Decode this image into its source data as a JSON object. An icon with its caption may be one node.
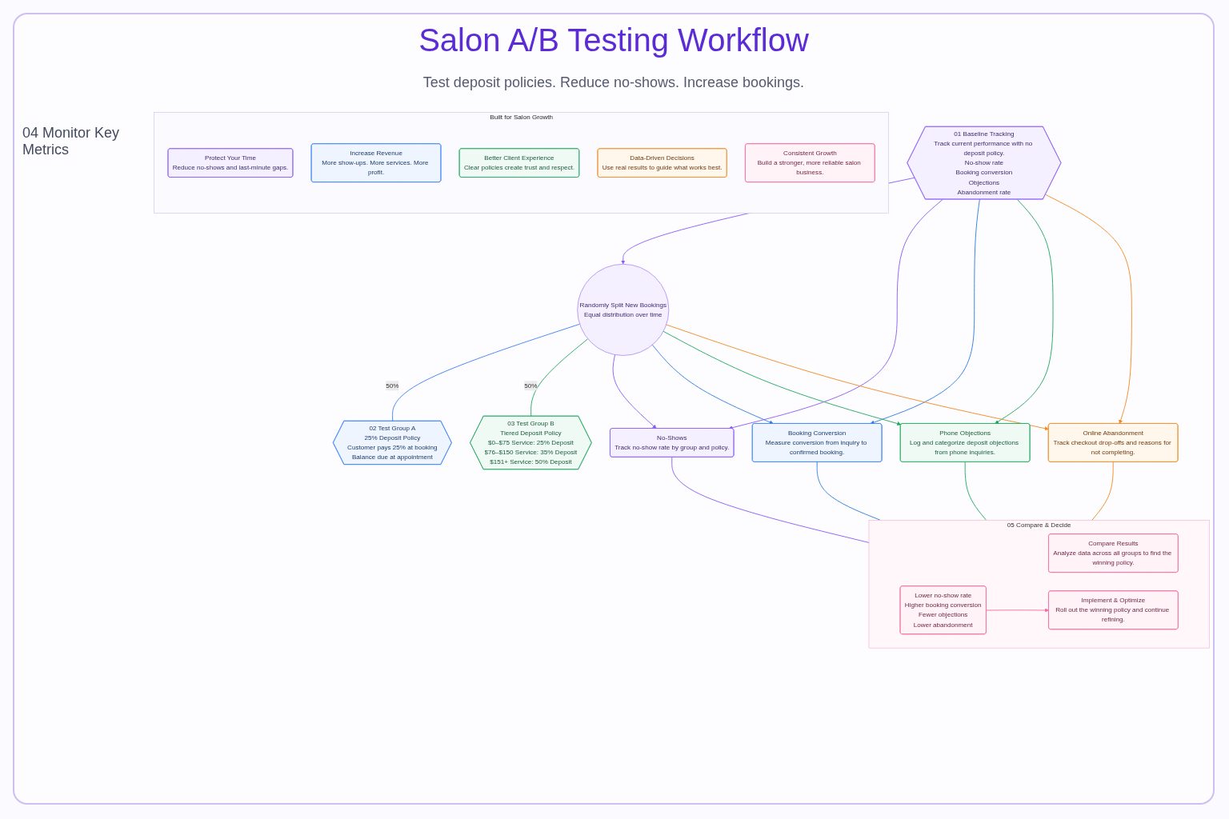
{
  "diagram": {
    "title": "Salon A/B Testing Workflow",
    "nodes": [
      {
        "text": [
          "01 Baseline Tracking",
          "Track current performance with no deposit policy.",
          "No-show rate",
          "Booking conversion",
          "Objections",
          "Abandonment rate"
        ]
      },
      {
        "text": [
          "Randomly Split New Bookings",
          "Equal distribution over time"
        ]
      },
      {
        "text": [
          "02 Test Group A",
          "25% Deposit Policy",
          "Customer pays 25% at booking",
          "Balance due at appointment"
        ]
      },
      {
        "text": [
          "03 Test Group B",
          "Tiered Deposit Policy",
          "$0–$75 Service: 25% Deposit",
          "$76–$150 Service: 35% Deposit",
          "$151+ Service: 50% Deposit"
        ]
      },
      {
        "text": [
          "No-Shows",
          "Track no-show rate by group and policy."
        ]
      },
      {
        "text": [
          "Booking Conversion",
          "Measure conversion from inquiry to confirmed booking."
        ]
      },
      {
        "text": [
          "Phone Objections",
          "Log and categorize deposit objections from phone inquiries."
        ]
      },
      {
        "text": [
          "Online Abandonment",
          "Track checkout drop-offs and reasons for not completing."
        ]
      },
      {
        "text": [
          "05 Compare & Decide"
        ]
      },
      {
        "text": [
          "Compare Results",
          "Analyze data across all groups to find the winning policy."
        ],
        "in": 8
      },
      {
        "text": [
          "Lower no-show rate",
          "Higher booking conversion",
          "Fewer objections",
          "Lower abandonment"
        ],
        "in": 8
      },
      {
        "text": [
          "Implement & Optimize",
          "Roll out the winning policy and continue refining."
        ],
        "in": 8
      },
      {
        "text": [
          "Built for Salon Growth"
        ]
      },
      {
        "text": [
          "Protect Your Time",
          "Reduce no-shows and last-minute gaps."
        ],
        "in": 12
      },
      {
        "text": [
          "Increase Revenue",
          "More show-ups. More services. More profit."
        ],
        "in": 12
      },
      {
        "text": [
          "Better Client Experience",
          "Clear policies create trust and respect."
        ],
        "in": 12
      },
      {
        "text": [
          "Data-Driven Decisions",
          "Use real results to guide what works best."
        ],
        "in": 12
      },
      {
        "text": [
          "Consistent Growth",
          "Build a stronger, more reliable salon business."
        ],
        "in": 12
      }
    ],
    "edges": [
      {
        "from": 0,
        "to": 1,
        "arrow": "to"
      },
      {
        "from": 1,
        "to": 2,
        "arrow": "none",
        "label": "50%",
        "color": "#3b82f6"
      },
      {
        "from": 1,
        "to": 3,
        "arrow": "none",
        "label": "50%",
        "color": "#22a861"
      },
      {
        "from": 0,
        "to": 4,
        "arrow": "to"
      },
      {
        "from": 0,
        "to": 5,
        "arrow": "to",
        "color": "#2f7de1"
      },
      {
        "from": 0,
        "to": 6,
        "arrow": "to",
        "color": "#22a861"
      },
      {
        "from": 0,
        "to": 7,
        "arrow": "to",
        "color": "#f08a24"
      },
      {
        "from": 1,
        "to": 4,
        "arrow": "to"
      },
      {
        "from": 1,
        "to": 5,
        "arrow": "to",
        "color": "#2f7de1"
      },
      {
        "from": 1,
        "to": 6,
        "arrow": "to",
        "color": "#22a861"
      },
      {
        "from": 1,
        "to": 7,
        "arrow": "to",
        "color": "#f08a24"
      },
      {
        "from": 4,
        "to": 8,
        "arrow": "none"
      },
      {
        "from": 5,
        "to": 8,
        "arrow": "none",
        "color": "#2f7de1"
      },
      {
        "from": 6,
        "to": 8,
        "arrow": "none",
        "color": "#22a861"
      },
      {
        "from": 7,
        "to": 8,
        "arrow": "none",
        "color": "#f08a24"
      },
      {
        "from": 10,
        "to": 11,
        "arrow": "to",
        "color": "#f06ba0"
      }
    ],
    "labels": [
      "Test deposit policies. Reduce no-shows. Increase bookings.",
      "04 Monitor Key Metrics"
    ]
  }
}
